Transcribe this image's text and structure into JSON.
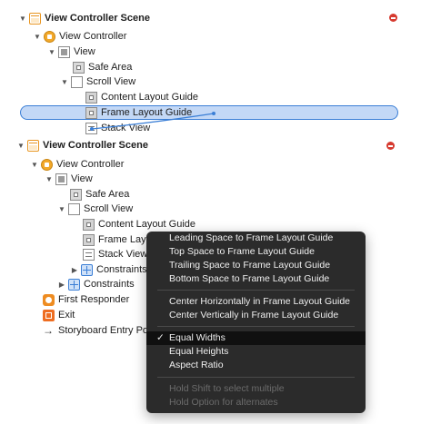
{
  "outline_top": {
    "scene_title": "View Controller Scene",
    "view_controller": "View Controller",
    "view": "View",
    "safe_area": "Safe Area",
    "scroll_view": "Scroll View",
    "content_layout_guide": "Content Layout Guide",
    "frame_layout_guide": "Frame Layout Guide",
    "stack_view": "Stack View"
  },
  "outline_bottom": {
    "scene_title": "View Controller Scene",
    "view_controller": "View Controller",
    "view": "View",
    "safe_area": "Safe Area",
    "scroll_view": "Scroll View",
    "content_layout_guide": "Content Layout Guide",
    "frame_layout_guide": "Frame Layout Guide",
    "stack_view": "Stack View",
    "constraints_inner": "Constraints",
    "constraints_outer": "Constraints",
    "first_responder": "First Responder",
    "exit": "Exit",
    "storyboard_entry_point": "Storyboard Entry Point"
  },
  "context_menu": {
    "items_group1": [
      "Leading Space to Frame Layout Guide",
      "Top Space to Frame Layout Guide",
      "Trailing Space to Frame Layout Guide",
      "Bottom Space to Frame Layout Guide"
    ],
    "items_group2": [
      "Center Horizontally in Frame Layout Guide",
      "Center Vertically in Frame Layout Guide"
    ],
    "items_group3": [
      "Equal Widths",
      "Equal Heights",
      "Aspect Ratio"
    ],
    "checked_item": "Equal Widths",
    "check_mark": "✓",
    "hints": [
      "Hold Shift to select multiple",
      "Hold Option for alternates"
    ]
  },
  "colors": {
    "selection_fill": "#c3d8f6",
    "selection_border": "#3b7fd6",
    "menu_background": "#2b2b2b",
    "warning": "#d63a2f"
  }
}
